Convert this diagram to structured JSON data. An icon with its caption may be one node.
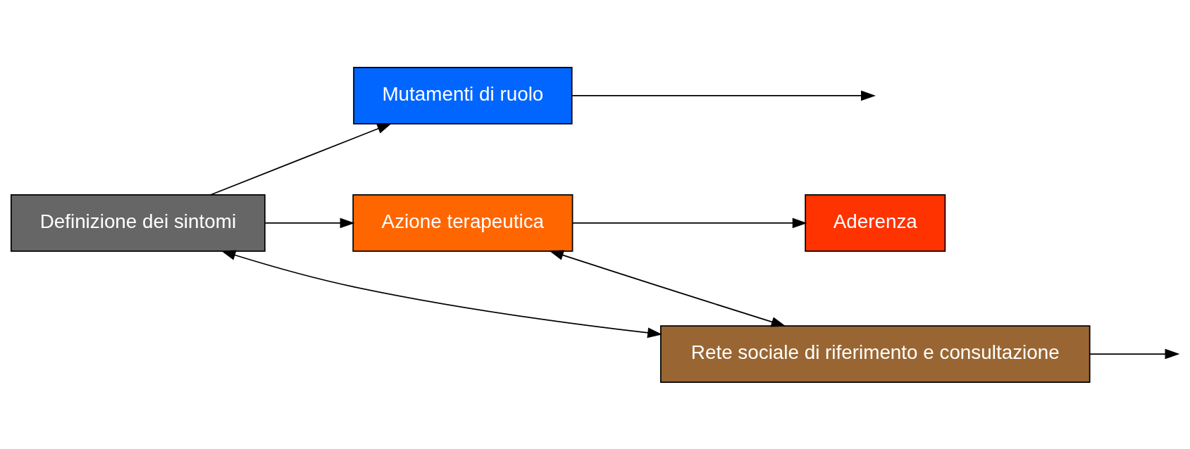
{
  "diagram": {
    "nodes": [
      {
        "text": [
          "Definizione dei sintomi"
        ]
      },
      {
        "text": [
          "Mutamenti di ruolo"
        ]
      },
      {
        "text": [
          "Azione terapeutica"
        ]
      },
      {
        "text": [
          "Aderenza"
        ]
      },
      {
        "text": [
          "Rete sociale di riferimento e consultazione"
        ]
      }
    ],
    "edges": [
      {
        "from": 0,
        "to": 1,
        "arrow": "to"
      },
      {
        "from": 0,
        "to": 2,
        "arrow": "to"
      },
      {
        "from": 1,
        "to": null,
        "arrow": "to"
      },
      {
        "from": 4,
        "to": null,
        "arrow": "to"
      },
      {
        "from": 2,
        "to": 3,
        "arrow": "to"
      },
      {
        "from": 0,
        "to": 4,
        "arrow": "both"
      },
      {
        "from": 2,
        "to": 4,
        "arrow": "both"
      }
    ]
  }
}
